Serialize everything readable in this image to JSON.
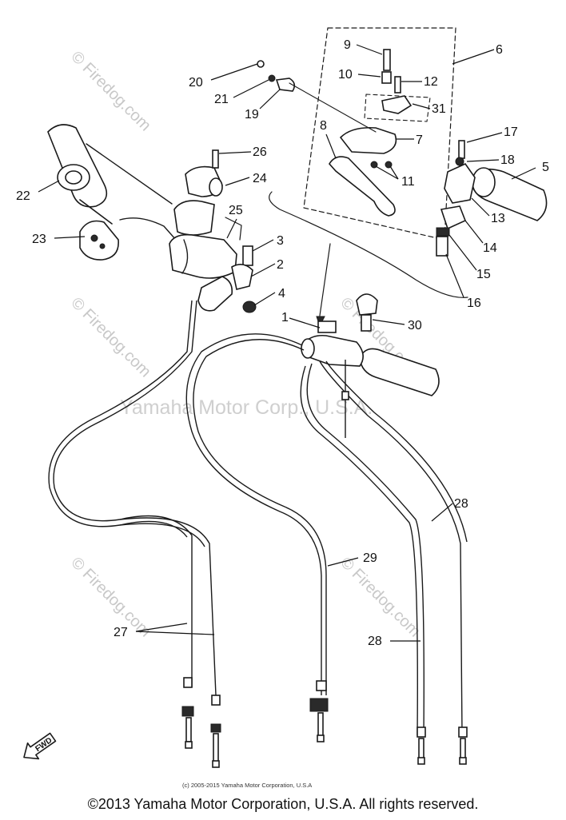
{
  "watermarks": {
    "site": "© Firedog.com",
    "maker": "Yamaha Motor Corp., U.S.A."
  },
  "fwd_label": "FWD",
  "small_copyright": "(c) 2005-2015 Yamaha Motor Corporation, U.S.A",
  "footer_copyright": "©2013 Yamaha Motor Corporation, U.S.A. All rights reserved.",
  "callouts": {
    "c1": "1",
    "c2": "2",
    "c3": "3",
    "c4": "4",
    "c5": "5",
    "c6": "6",
    "c7": "7",
    "c8": "8",
    "c9": "9",
    "c10": "10",
    "c11": "11",
    "c12": "12",
    "c13": "13",
    "c14": "14",
    "c15": "15",
    "c16": "16",
    "c17": "17",
    "c18": "18",
    "c19": "19",
    "c20": "20",
    "c21": "21",
    "c22": "22",
    "c23": "23",
    "c24": "24",
    "c25": "25",
    "c26": "26",
    "c27": "27",
    "c28a": "28",
    "c28b": "28",
    "c29": "29",
    "c30": "30",
    "c31": "31"
  }
}
